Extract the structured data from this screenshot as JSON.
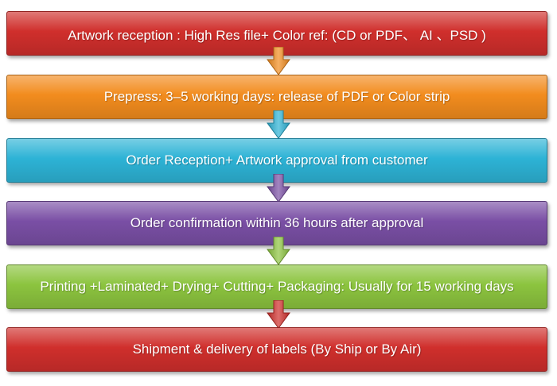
{
  "steps": [
    {
      "label": "Artwork reception : High Res file+ Color ref: (CD or PDF、 AI 、PSD )",
      "color": "#d02f2c"
    },
    {
      "label": "Prepress: 3–5 working days: release of PDF or Color strip",
      "color": "#f28c1e"
    },
    {
      "label": "Order Reception+ Artwork approval from customer",
      "color": "#2db3d6"
    },
    {
      "label": "Order confirmation within 36 hours after approval",
      "color": "#7a4fa5"
    },
    {
      "label": "Printing +Laminated+ Drying+ Cutting+ Packaging: Usually for 15 working days",
      "color": "#8cc43f"
    },
    {
      "label": "Shipment & delivery of labels (By Ship or By Air)",
      "color": "#d02f2c"
    }
  ]
}
